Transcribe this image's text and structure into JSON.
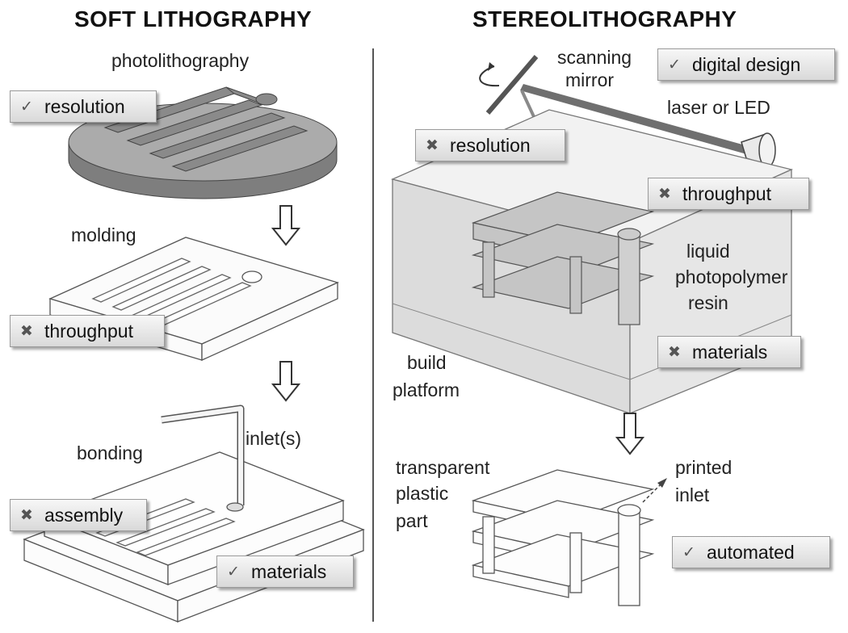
{
  "headings": {
    "left": "SOFT LITHOGRAPHY",
    "right": "STEREOLITHOGRAPHY"
  },
  "labels": {
    "photolithography": "photolithography",
    "molding": "molding",
    "bonding": "bonding",
    "inlets": "inlet(s)",
    "scanning": "scanning",
    "mirror": "mirror",
    "laser": "laser or LED",
    "liquid": "liquid",
    "photopolymer": "photopolymer",
    "resin": "resin",
    "build": "build",
    "platform": "platform",
    "transparent": "transparent",
    "plastic": "plastic",
    "part": "part",
    "printed": "printed",
    "inlet": "inlet"
  },
  "badges": {
    "resolution_left": {
      "mark": "✓",
      "text": "resolution",
      "status": "pro"
    },
    "throughput_left": {
      "mark": "✖",
      "text": "throughput",
      "status": "con"
    },
    "assembly": {
      "mark": "✖",
      "text": "assembly",
      "status": "con"
    },
    "materials_left": {
      "mark": "✓",
      "text": "materials",
      "status": "pro"
    },
    "digital_design": {
      "mark": "✓",
      "text": "digital design",
      "status": "pro"
    },
    "resolution_right": {
      "mark": "✖",
      "text": "resolution",
      "status": "con"
    },
    "throughput_right": {
      "mark": "✖",
      "text": "throughput",
      "status": "con"
    },
    "materials_right": {
      "mark": "✖",
      "text": "materials",
      "status": "con"
    },
    "automated": {
      "mark": "✓",
      "text": "automated",
      "status": "pro"
    }
  },
  "colors": {
    "divider": "#555555",
    "mold_fill": "#a9a9a9",
    "resin_fill": "#d9d9d9",
    "beam": "#6f6f6f"
  }
}
